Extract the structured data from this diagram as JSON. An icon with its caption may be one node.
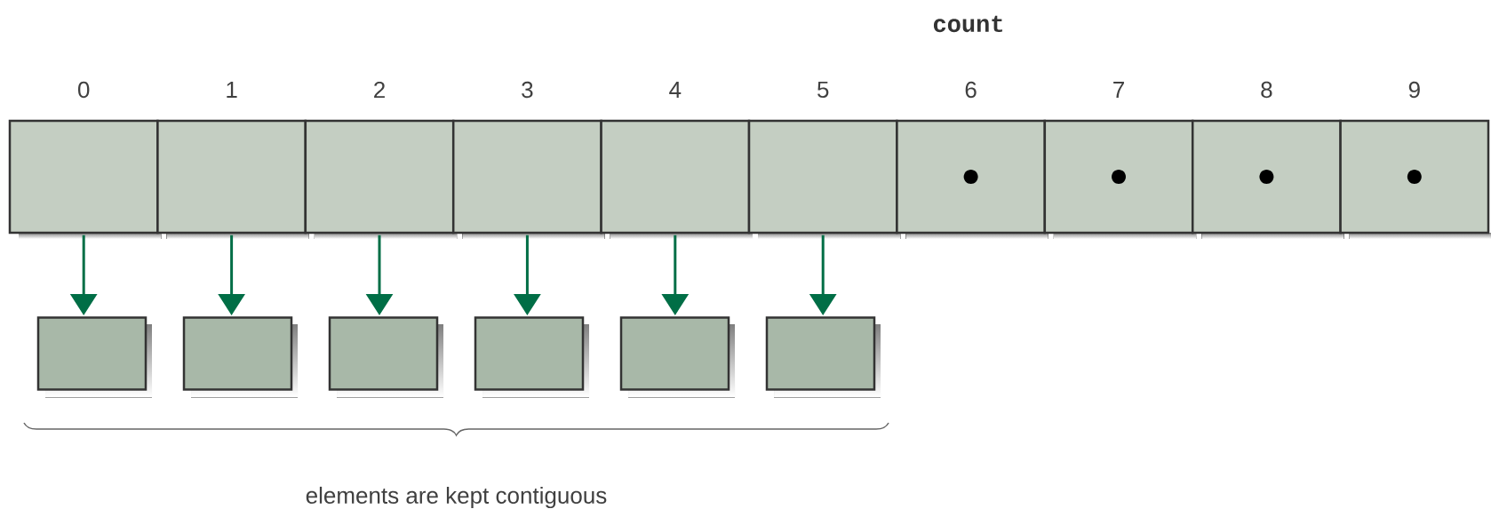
{
  "diagram": {
    "nodes": [
      {
        "text": [],
        "shape": "box",
        "beside": [
          "0"
        ]
      },
      {
        "text": [],
        "shape": "box",
        "beside": [
          "1"
        ]
      },
      {
        "text": [],
        "shape": "box",
        "beside": [
          "2"
        ]
      },
      {
        "text": [],
        "shape": "box",
        "beside": [
          "3"
        ]
      },
      {
        "text": [],
        "shape": "box",
        "beside": [
          "4"
        ]
      },
      {
        "text": [],
        "shape": "box",
        "beside": [
          "5"
        ]
      },
      {
        "text": [],
        "shape": "box",
        "beside": [
          "6"
        ]
      },
      {
        "text": [],
        "shape": "box",
        "beside": [
          "7"
        ]
      },
      {
        "text": [],
        "shape": "box",
        "beside": [
          "8"
        ]
      },
      {
        "text": [],
        "shape": "box",
        "beside": [
          "9"
        ]
      },
      {
        "text": [],
        "shape": "box"
      },
      {
        "text": [],
        "shape": "box"
      },
      {
        "text": [],
        "shape": "box"
      },
      {
        "text": [],
        "shape": "box"
      },
      {
        "text": [],
        "shape": "box"
      },
      {
        "text": [],
        "shape": "box"
      }
    ],
    "edges": [
      {
        "from": 0,
        "to": 10,
        "arrow": "to"
      },
      {
        "from": 1,
        "to": 11,
        "arrow": "to"
      },
      {
        "from": 2,
        "to": 12,
        "arrow": "to"
      },
      {
        "from": 3,
        "to": 13,
        "arrow": "to"
      },
      {
        "from": 4,
        "to": 14,
        "arrow": "to"
      },
      {
        "from": 5,
        "to": 15,
        "arrow": "to"
      }
    ],
    "labels": [
      "count",
      "elements are kept contiguous"
    ]
  }
}
